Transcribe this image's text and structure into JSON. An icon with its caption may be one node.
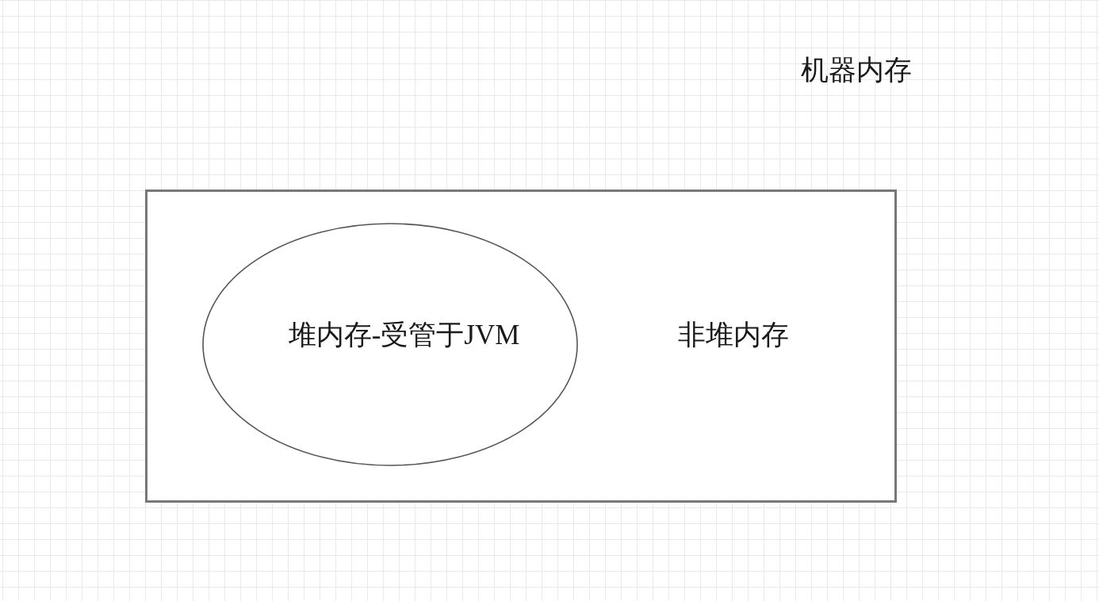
{
  "diagram": {
    "title": "机器内存",
    "nodes": [
      {
        "text": [
          "非堆内存"
        ]
      },
      {
        "text": [
          "堆内存-受管于JVM"
        ],
        "in": 0
      }
    ]
  }
}
